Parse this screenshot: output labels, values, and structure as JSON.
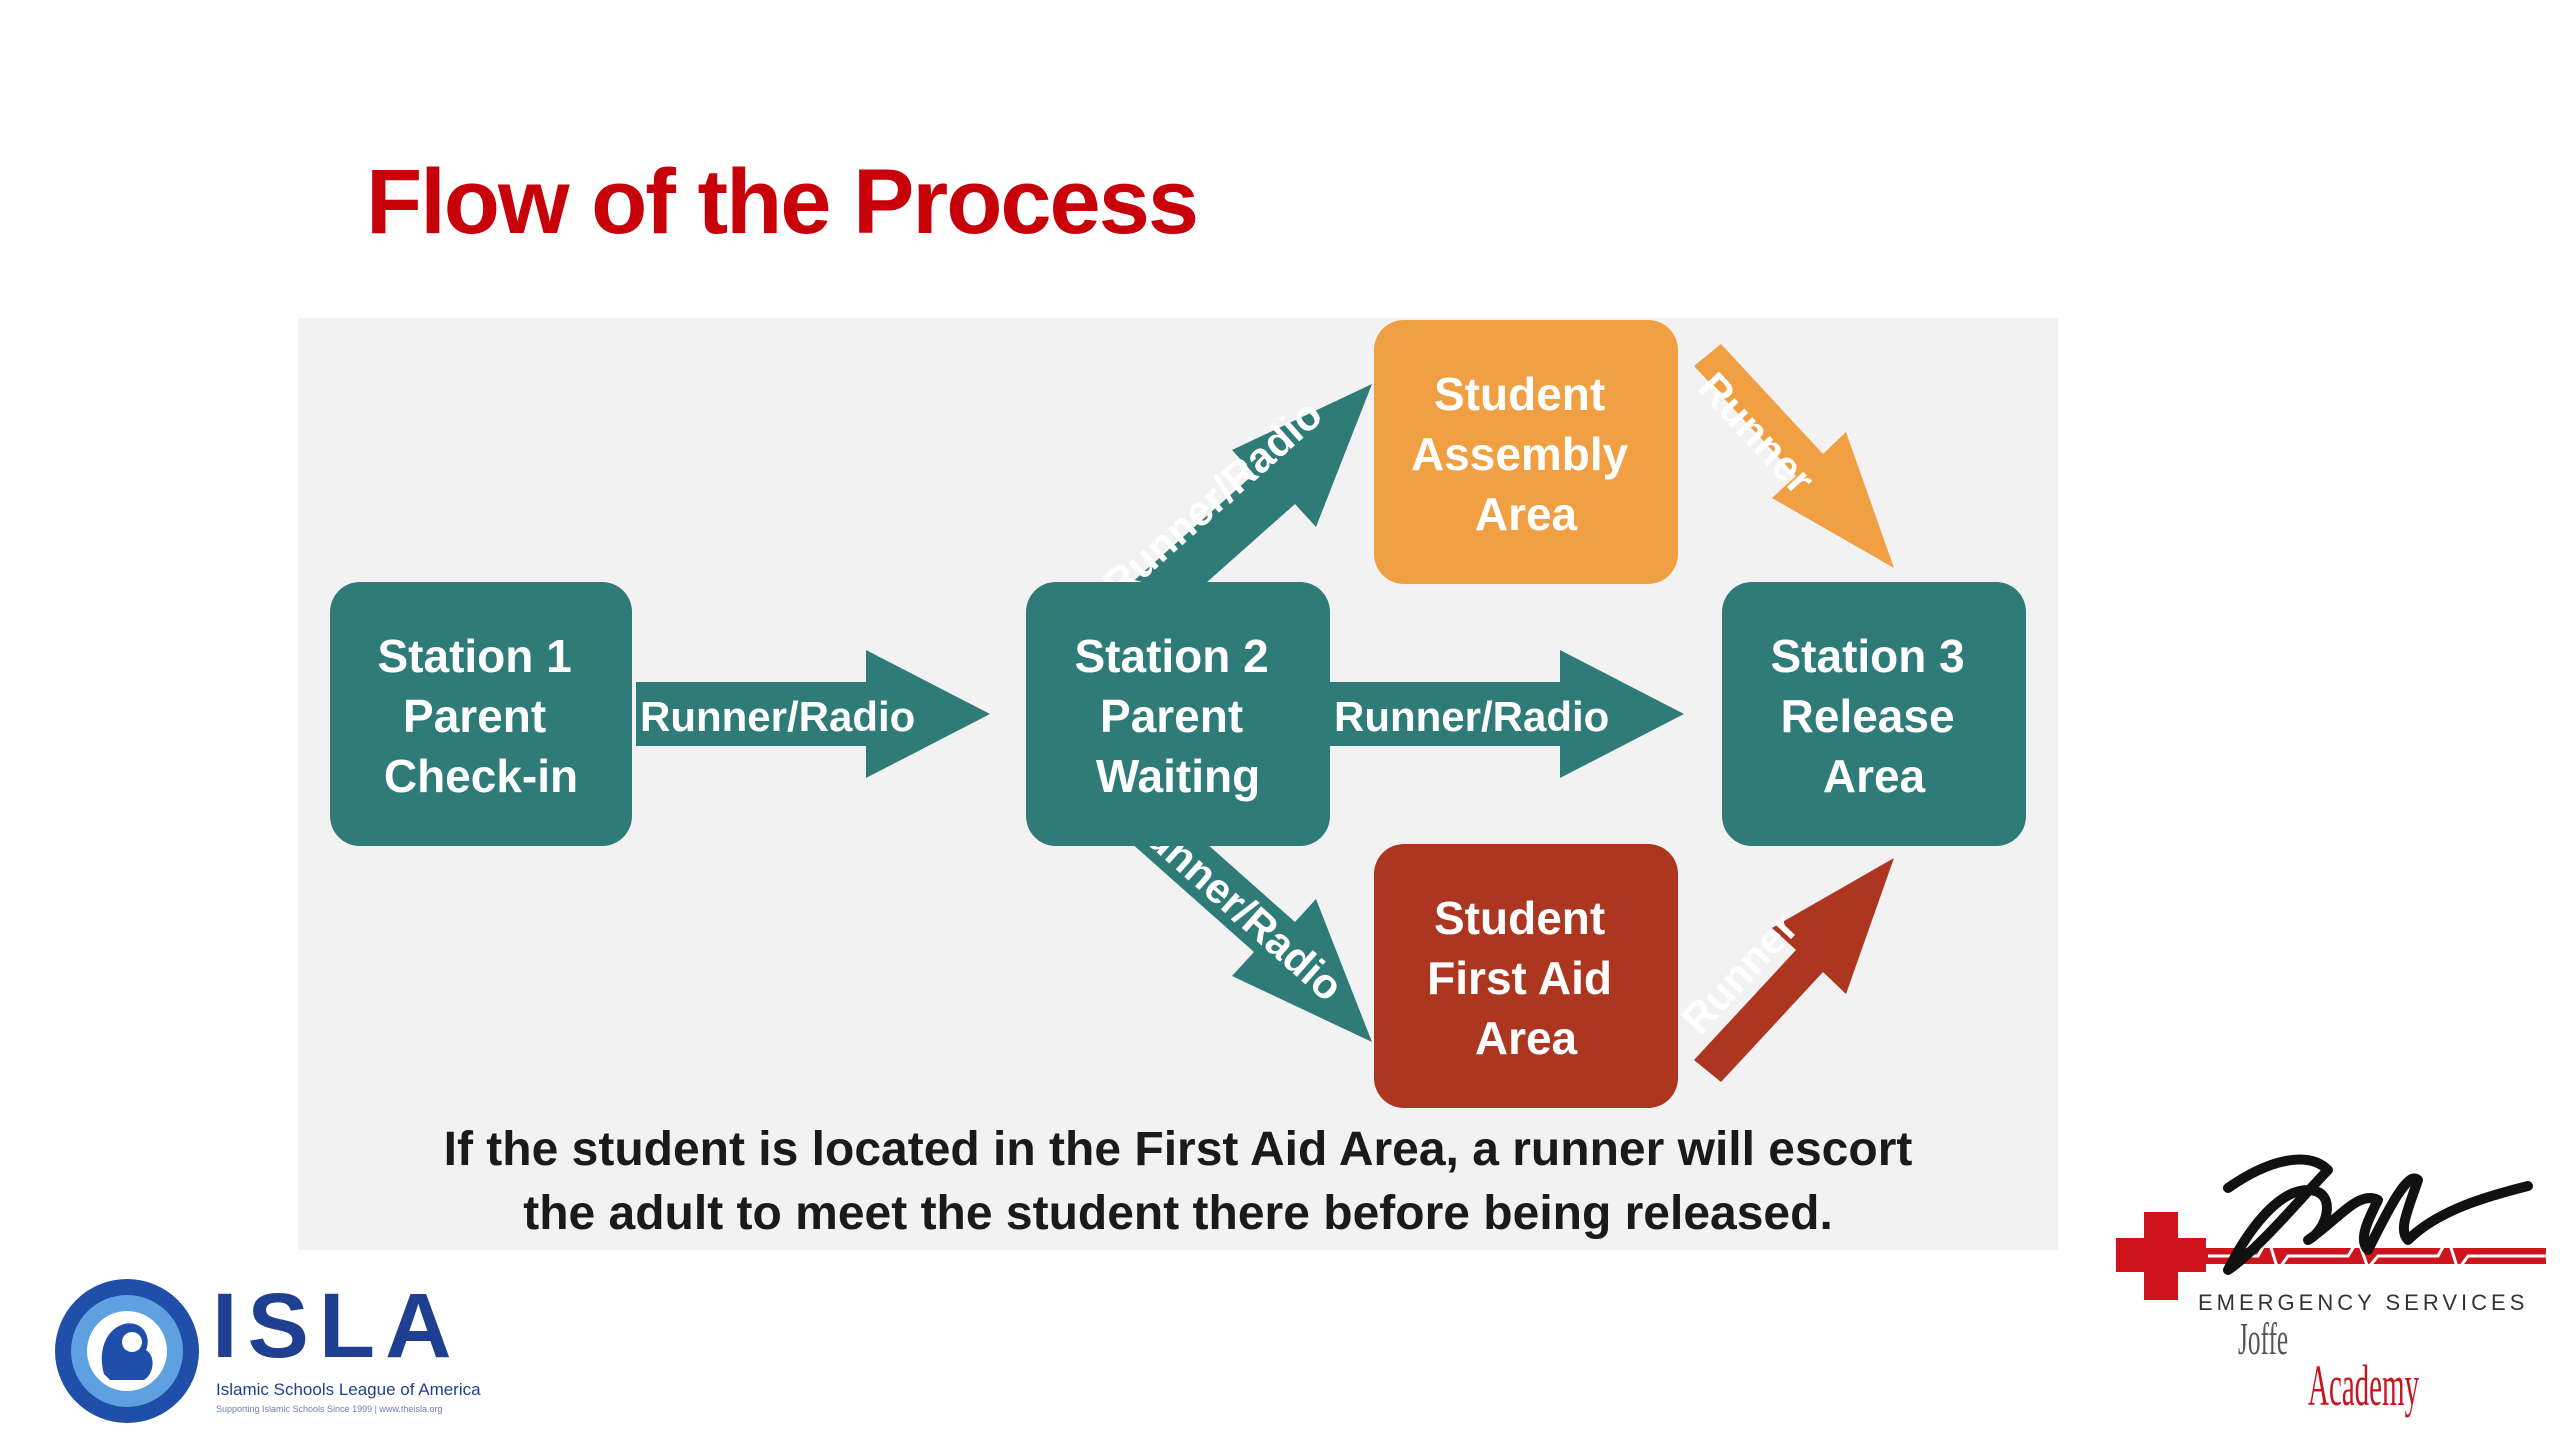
{
  "slide": {
    "title": "Flow of the Process",
    "caption_line1": "If the student is located in the First Aid Area, a runner will escort",
    "caption_line2": "the adult to meet the student there before being released."
  },
  "diagram": {
    "nodes": {
      "station1": {
        "lines": [
          "Station 1",
          "Parent",
          "Check-in"
        ],
        "color": "#2e7b78"
      },
      "station2": {
        "lines": [
          "Station 2",
          "Parent",
          "Waiting"
        ],
        "color": "#2e7b78"
      },
      "station3": {
        "lines": [
          "Station 3",
          "Release",
          "Area"
        ],
        "color": "#2e7b78"
      },
      "assembly": {
        "lines": [
          "Student",
          "Assembly",
          "Area"
        ],
        "color": "#f0a042"
      },
      "firstaid": {
        "lines": [
          "Student",
          "First Aid",
          "Area"
        ],
        "color": "#ad3620"
      }
    },
    "edges": {
      "s1_s2": {
        "label": "Runner/Radio",
        "from": "Station 1",
        "to": "Station 2",
        "color": "#2e7b78"
      },
      "s2_s3": {
        "label": "Runner/Radio",
        "from": "Station 2",
        "to": "Station 3",
        "color": "#2e7b78"
      },
      "s2_assembly": {
        "label": "Runner/Radio",
        "from": "Station 2",
        "to": "Student Assembly Area",
        "color": "#2e7b78"
      },
      "s2_firstaid": {
        "label": "Runner/Radio",
        "from": "Station 2",
        "to": "Student First Aid Area",
        "color": "#2e7b78"
      },
      "assembly_s3": {
        "label": "Runner",
        "from": "Student Assembly Area",
        "to": "Station 3",
        "color": "#f0a042"
      },
      "firstaid_s3": {
        "label": "Runner",
        "from": "Student First Aid Area",
        "to": "Station 3",
        "color": "#ad3620"
      }
    }
  },
  "logos": {
    "isla": {
      "wordmark": "ISLA",
      "name": "Islamic Schools League of America",
      "tagline": "Supporting Islamic Schools Since 1999 | www.theisla.org",
      "color": "#1f3f91"
    },
    "joffe": {
      "signature": "Joffe",
      "services": "EMERGENCY SERVICES",
      "word1": "Joffe",
      "word2": "Academy",
      "color": "#c8141e"
    }
  }
}
